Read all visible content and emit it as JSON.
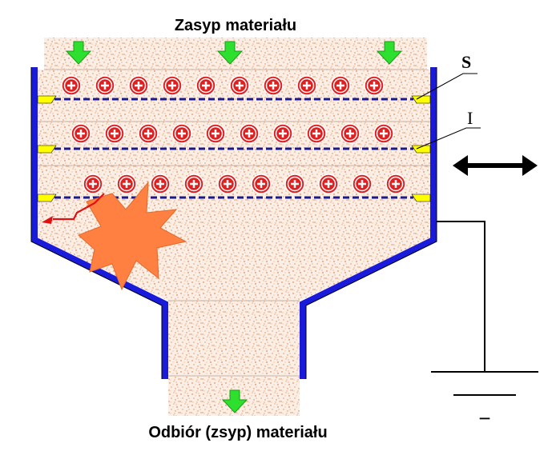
{
  "diagram": {
    "title_top": "Zasyp materiału",
    "title_bottom": "Odbiór (zsyp) materiału",
    "label_s": "S",
    "label_i": "I",
    "charge_symbol": "+",
    "ground_symbol": "−"
  },
  "colors": {
    "wall": "#1a1adb",
    "material": "#d2692e",
    "material_bg": "#fbeee4",
    "arrow": "#2ee02e",
    "charge_fill": "#e02020",
    "mesh": "#1a1a8c",
    "electrode": "#ffff00",
    "spark": "#ff8040",
    "discharge": "#e01010"
  },
  "icons": [
    "down-arrow-icon",
    "charge-icon",
    "spark-icon",
    "double-arrow-icon",
    "ground-icon"
  ]
}
